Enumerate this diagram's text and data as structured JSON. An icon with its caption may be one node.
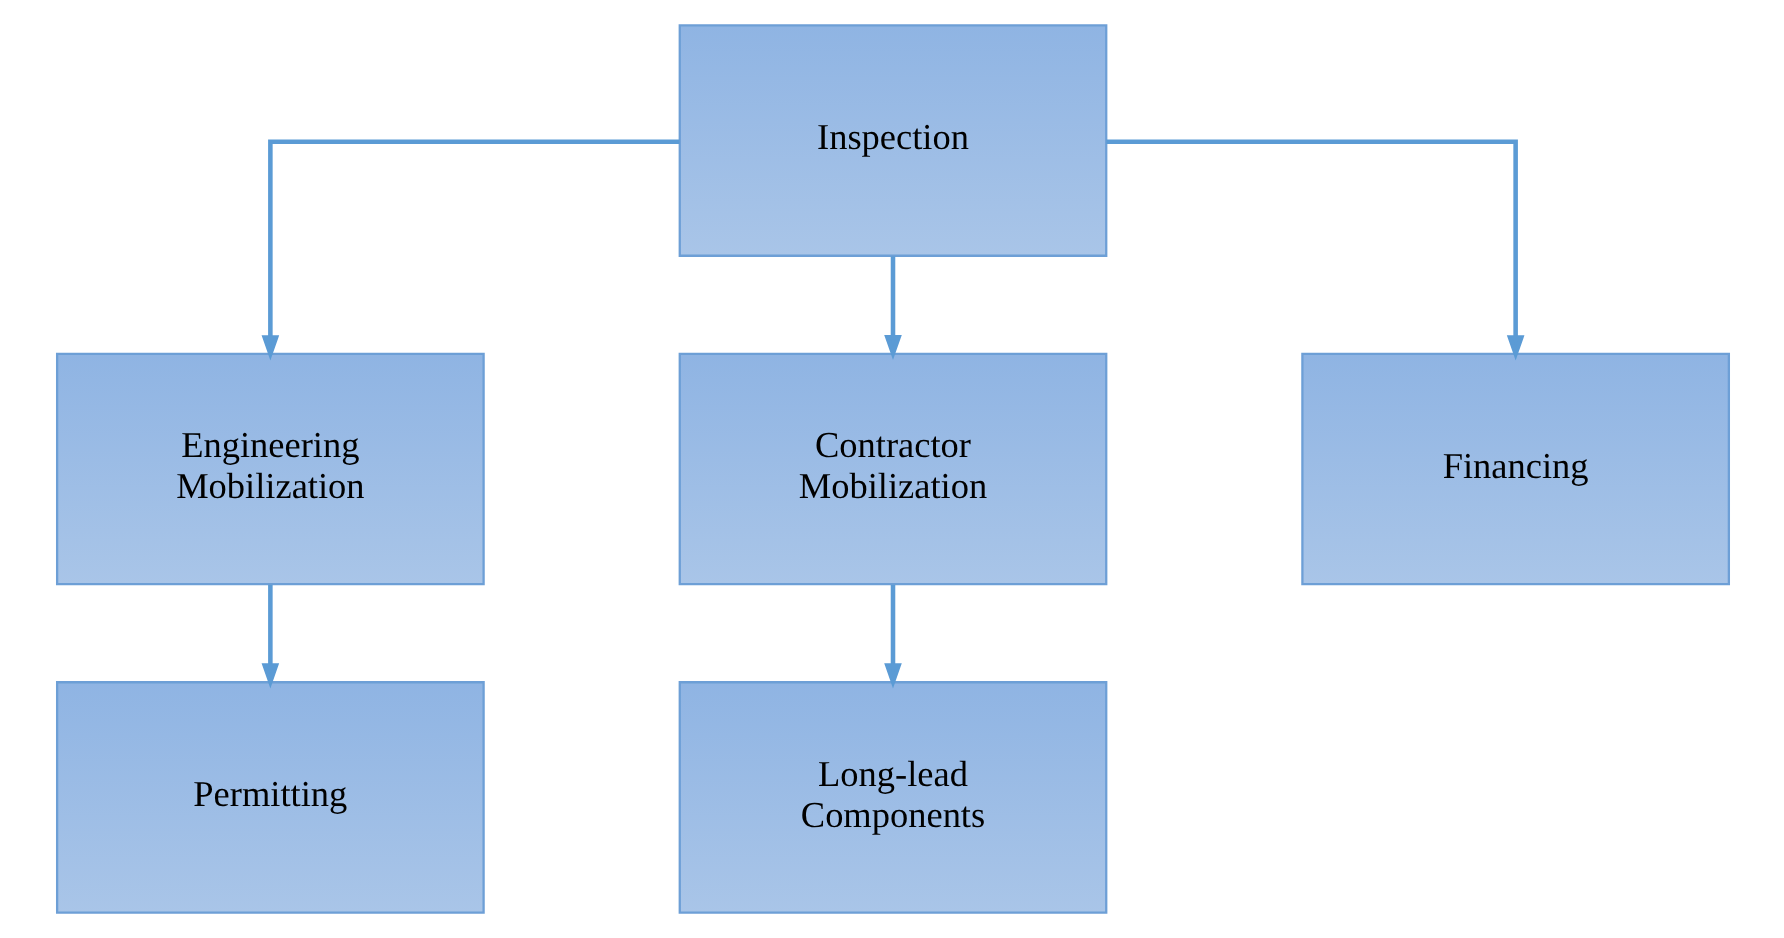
{
  "diagram": {
    "nodes": [
      {
        "text": [
          "Inspection"
        ]
      },
      {
        "text": [
          "Engineering Mobilization"
        ]
      },
      {
        "text": [
          "Contractor Mobilization"
        ]
      },
      {
        "text": [
          "Financing"
        ]
      },
      {
        "text": [
          "Permitting"
        ]
      },
      {
        "text": [
          "Long-lead Components"
        ]
      }
    ],
    "edges": [
      {
        "from": 0,
        "to": 1,
        "arrow": "to"
      },
      {
        "from": 0,
        "to": 2,
        "arrow": "to"
      },
      {
        "from": 0,
        "to": 3,
        "arrow": "to"
      },
      {
        "from": 1,
        "to": 4,
        "arrow": "to"
      },
      {
        "from": 2,
        "to": 5,
        "arrow": "to"
      }
    ]
  }
}
